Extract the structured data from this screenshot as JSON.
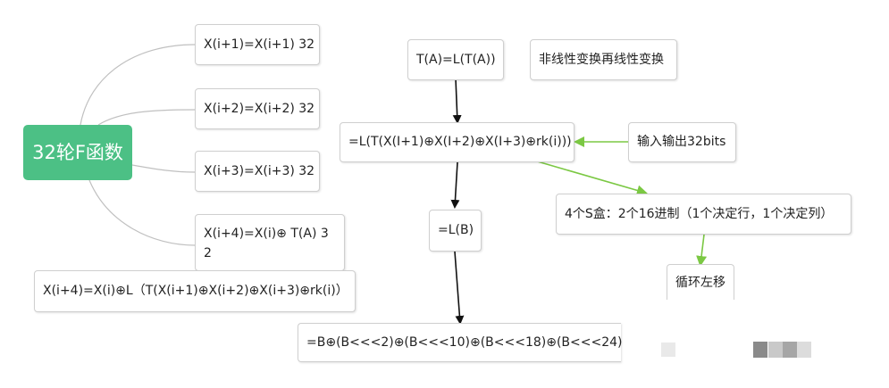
{
  "root": {
    "label": "32轮F函数"
  },
  "branches": [
    {
      "text": "X(i+1)=X(i+1)  32"
    },
    {
      "text": "X(i+2)=X(i+2)  32"
    },
    {
      "text": "X(i+3)=X(i+3)  32"
    },
    {
      "text_line1": "X(i+4)=X(i)⊕ T(A)  3",
      "text_line2": "2"
    }
  ],
  "formula": {
    "text": "X(i+4)=X(i)⊕L（T(X(i+1)⊕X(i+2)⊕X(i+3)⊕rk(i)）"
  },
  "flow": {
    "t_def": "T(A)=L(T(A))",
    "note_nonlinear": "非线性变换再线性变换",
    "l_expr": "=L(T(X(I+1)⊕X(I+2)⊕X(I+3)⊕rk(i)))",
    "io_bits": "输入输出32bits",
    "sbox": "4个S盒：2个16进制（1个决定行，1个决定列）",
    "rotate": "循环左移",
    "lb": "=L(B)",
    "final": "=B⊕(B<<<2)⊕(B<<<10)⊕(B<<<18)⊕(B<<<24)"
  },
  "colors": {
    "root_fill": "#4cc085",
    "connector_gray": "#c0c0c0",
    "arrow_black": "#111111",
    "arrow_green": "#7bc843"
  }
}
